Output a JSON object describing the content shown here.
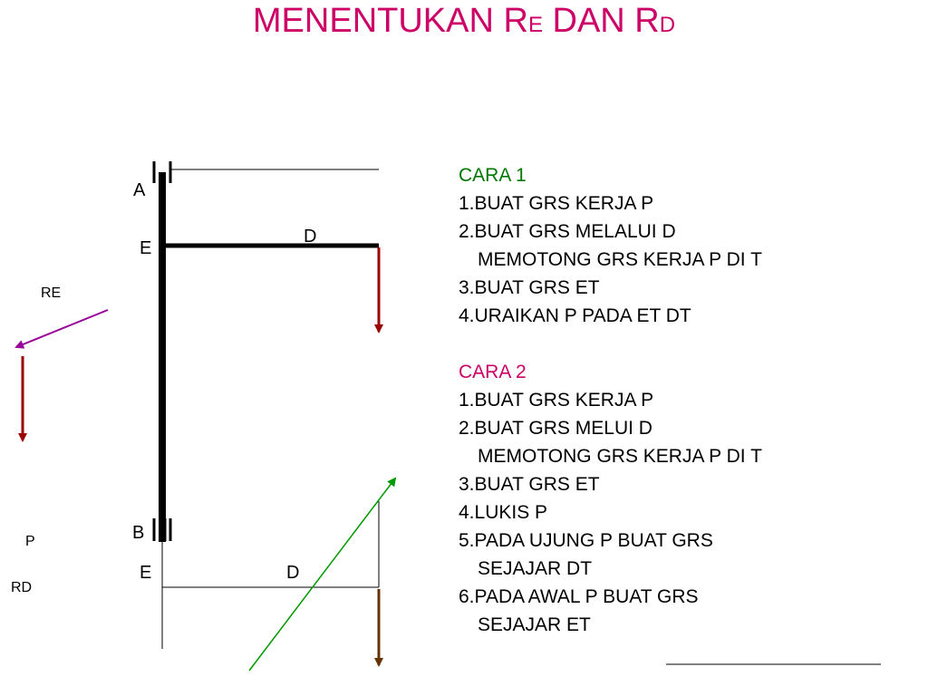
{
  "title": {
    "text_1": "MENENTUKAN R",
    "sub_1": "E",
    "text_2": " DAN R",
    "sub_2": "D"
  },
  "diagram_labels": {
    "a": "A",
    "e_top": "E",
    "d_top": "D",
    "re": "RE",
    "b": "B",
    "e_bottom": "E",
    "d_bottom": "D",
    "p": "P",
    "rd": "RD"
  },
  "cara1": {
    "heading": "CARA 1",
    "steps": [
      "1.BUAT GRS KERJA P",
      "2.BUAT GRS MELALUI D",
      "MEMOTONG GRS KERJA   P DI T",
      "3.BUAT GRS ET",
      "4.URAIKAN P PADA ET DT"
    ]
  },
  "cara2": {
    "heading": "CARA 2",
    "steps": [
      "1.BUAT GRS KERJA P",
      "2.BUAT GRS MELUI D",
      "MEMOTONG GRS KERJA   P DI T",
      "3.BUAT GRS ET",
      "4.LUKIS P",
      "5.PADA UJUNG P BUAT GRS",
      "SEJAJAR DT",
      "6.PADA AWAL P BUAT GRS",
      "SEJAJAR ET"
    ]
  },
  "colors": {
    "title": "#cc0066",
    "cara1_heading": "#007700",
    "cara2_heading": "#cc0066",
    "red_arrow": "#990000",
    "purple_arrow": "#990099",
    "green_line": "#009900",
    "brown_arrow": "#663300"
  }
}
